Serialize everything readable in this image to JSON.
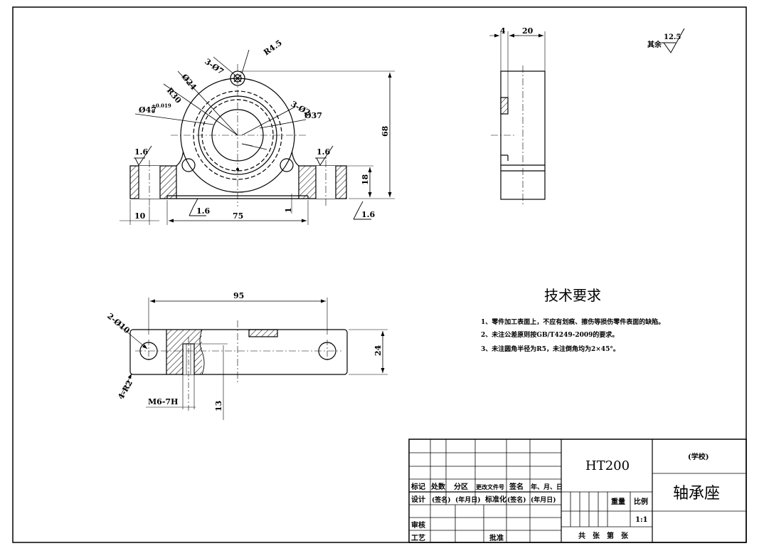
{
  "front_view": {
    "hole_3": "3-Ø7",
    "r_small": "R4.5",
    "d24": "Ø24",
    "r30": "R30",
    "hole_3b": "3-Ø2",
    "d47_base": "Ø47",
    "d47_tol_upper": "+0.019",
    "d47_tol_lower": "0",
    "d37": "Ø37",
    "height_68": "68",
    "height_18": "18",
    "gap_1": "1",
    "width_10": "10",
    "width_75": "75",
    "rough_left": "1.6",
    "rough_right": "1.6",
    "rough_bottom": "1.6",
    "rough_bottom_right": "1.6"
  },
  "side_view": {
    "dim_4": "4",
    "dim_20": "20"
  },
  "surface_note": {
    "label": "其余",
    "value": "12.5"
  },
  "top_view": {
    "width_95": "95",
    "holes": "2-Ø10",
    "corner": "4-R2",
    "thread": "M6-7H",
    "depth_13": "13",
    "height_24": "24"
  },
  "tech_req": {
    "title": "技术要求",
    "items": [
      "1、零件加工表面上，不应有划痕、擦伤等损伤零件表面的缺陷。",
      "2、未注公差原则按GB/T4249-2009的要求。",
      "3、未注圆角半径为R5，未注倒角均为2×45°。"
    ]
  },
  "title_block": {
    "material": "HT200",
    "school": "(学校)",
    "part_name": "轴承座",
    "row_mark": [
      "标记",
      "处数",
      "分区",
      "更改文件号",
      "签名",
      "年、月、日"
    ],
    "row_design": [
      "设计",
      "(签名)",
      "(年月日)",
      "标准化",
      "(签名)",
      "(年月日)"
    ],
    "weight_label": "重量",
    "scale_label": "比例",
    "scale_value": "1:1",
    "review": "审核",
    "process": "工艺",
    "approve": "批准",
    "sheet_text": "共　张　第　张"
  }
}
